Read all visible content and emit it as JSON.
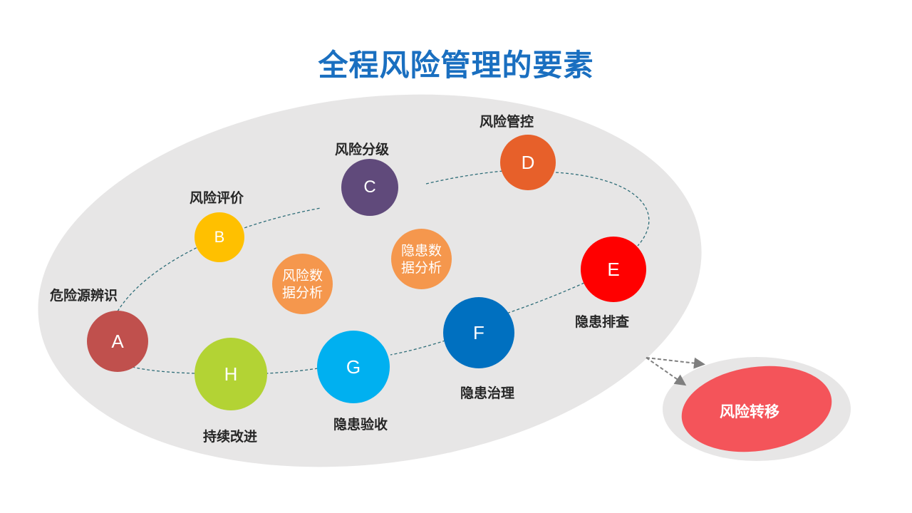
{
  "title": "全程风险管理的要素",
  "colors": {
    "title": "#1a6fc0",
    "ellipse_bg": "#e7e6e6",
    "path_line": "#2e6d78",
    "arrow": "#7f7f7f",
    "analysis": "#f5974d",
    "transfer_fill": "#f4545a"
  },
  "nodes": [
    {
      "letter": "A",
      "label": "危险源辨识",
      "color": "#c0504d"
    },
    {
      "letter": "B",
      "label": "风险评价",
      "color": "#ffc000"
    },
    {
      "letter": "C",
      "label": "风险分级",
      "color": "#604a7b"
    },
    {
      "letter": "D",
      "label": "风险管控",
      "color": "#e7602a"
    },
    {
      "letter": "E",
      "label": "隐患排查",
      "color": "#ff0000"
    },
    {
      "letter": "F",
      "label": "隐患治理",
      "color": "#0070c0"
    },
    {
      "letter": "G",
      "label": "隐患验收",
      "color": "#00b0f0"
    },
    {
      "letter": "H",
      "label": "持续改进",
      "color": "#b3d334"
    }
  ],
  "analysis": [
    {
      "line1": "风险数",
      "line2": "据分析"
    },
    {
      "line1": "隐患数",
      "line2": "据分析"
    }
  ],
  "transfer": {
    "label": "风险转移"
  }
}
